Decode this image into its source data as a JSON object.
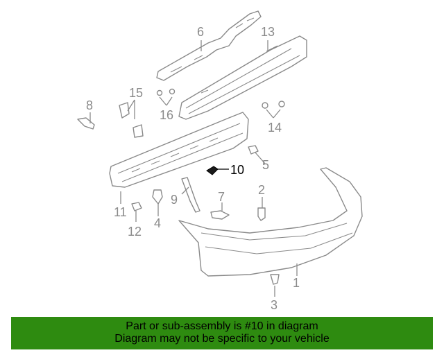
{
  "callouts": {
    "c1": "1",
    "c2": "2",
    "c3": "3",
    "c4": "4",
    "c5": "5",
    "c6": "6",
    "c7": "7",
    "c8": "8",
    "c9": "9",
    "c10": "10",
    "c11": "11",
    "c12": "12",
    "c13": "13",
    "c14": "14",
    "c15": "15",
    "c16": "16"
  },
  "highlight_part": "10",
  "colors": {
    "banner": "#2e8b10",
    "line_art": "#8a8a8a",
    "highlight": "#000000"
  },
  "banner": {
    "line1": "Part or sub-assembly is #10 in diagram",
    "line2": "Diagram may not be specific to your vehicle"
  }
}
